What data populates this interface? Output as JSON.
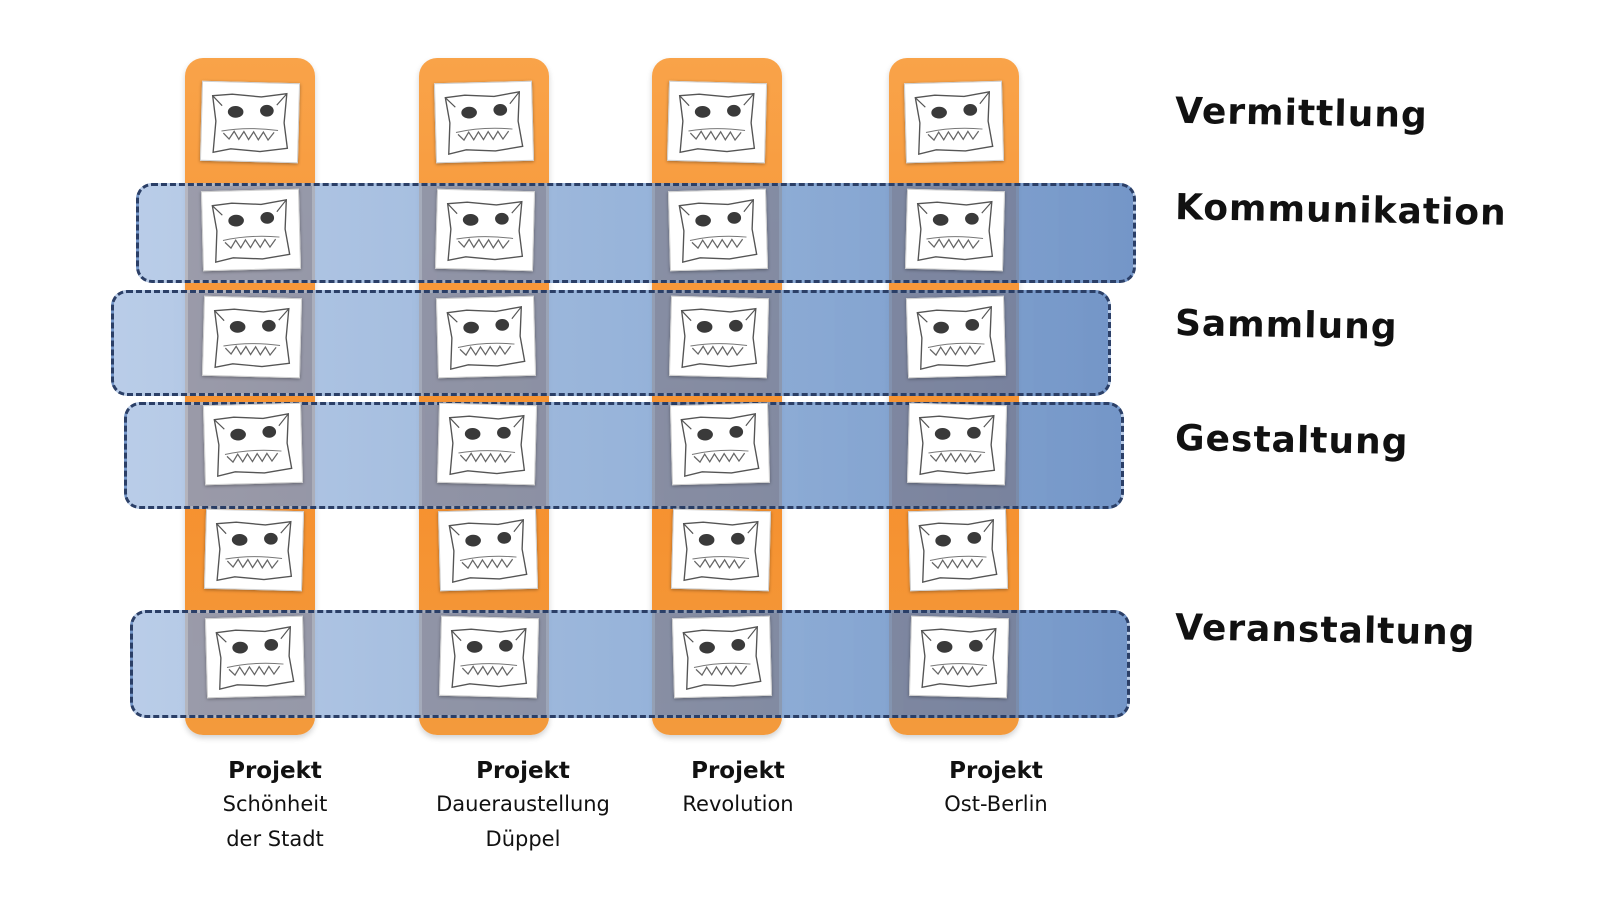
{
  "areas": [
    "Vermittlung",
    "Kommunikation",
    "Sammlung",
    "Gestaltung",
    "Veranstaltung"
  ],
  "projects": [
    {
      "keyword": "Projekt",
      "name_lines": [
        "Schönheit",
        "der Stadt"
      ]
    },
    {
      "keyword": "Projekt",
      "name_lines": [
        "Daueraustellung",
        "Düppel"
      ]
    },
    {
      "keyword": "Projekt",
      "name_lines": [
        "Revolution"
      ]
    },
    {
      "keyword": "Projekt",
      "name_lines": [
        "Ost-Berlin"
      ]
    }
  ],
  "tile_icon": "sketch-face-icon",
  "colors": {
    "column": "#f6902e",
    "band": "#7f9fd0",
    "band_border": "#2b3f67"
  }
}
